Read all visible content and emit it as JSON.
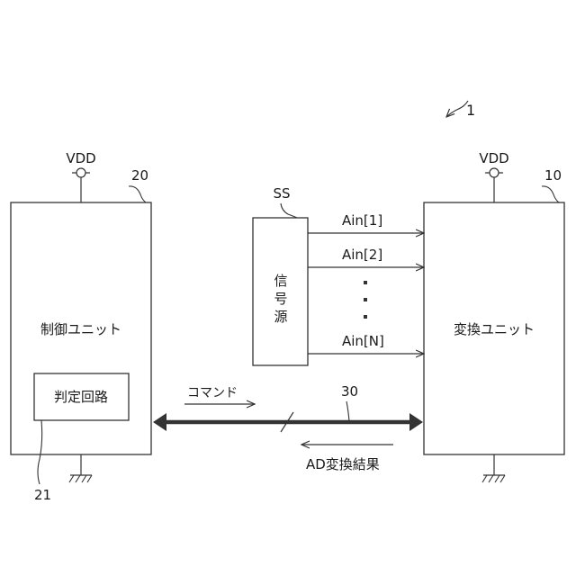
{
  "system_ref": "1",
  "control_unit": {
    "ref": "20",
    "label": "制御ユニット",
    "power": "VDD",
    "judge_circuit": {
      "ref": "21",
      "label": "判定回路"
    }
  },
  "converter_unit": {
    "ref": "10",
    "label": "変換ユニット",
    "power": "VDD"
  },
  "signal_source": {
    "ref": "SS",
    "label_chars": [
      "信",
      "号",
      "源"
    ],
    "signals": [
      "Ain[1]",
      "Ain[2]",
      "Ain[N]"
    ]
  },
  "bus": {
    "ref": "30",
    "command_label": "コマンド",
    "result_label": "AD変換結果"
  }
}
